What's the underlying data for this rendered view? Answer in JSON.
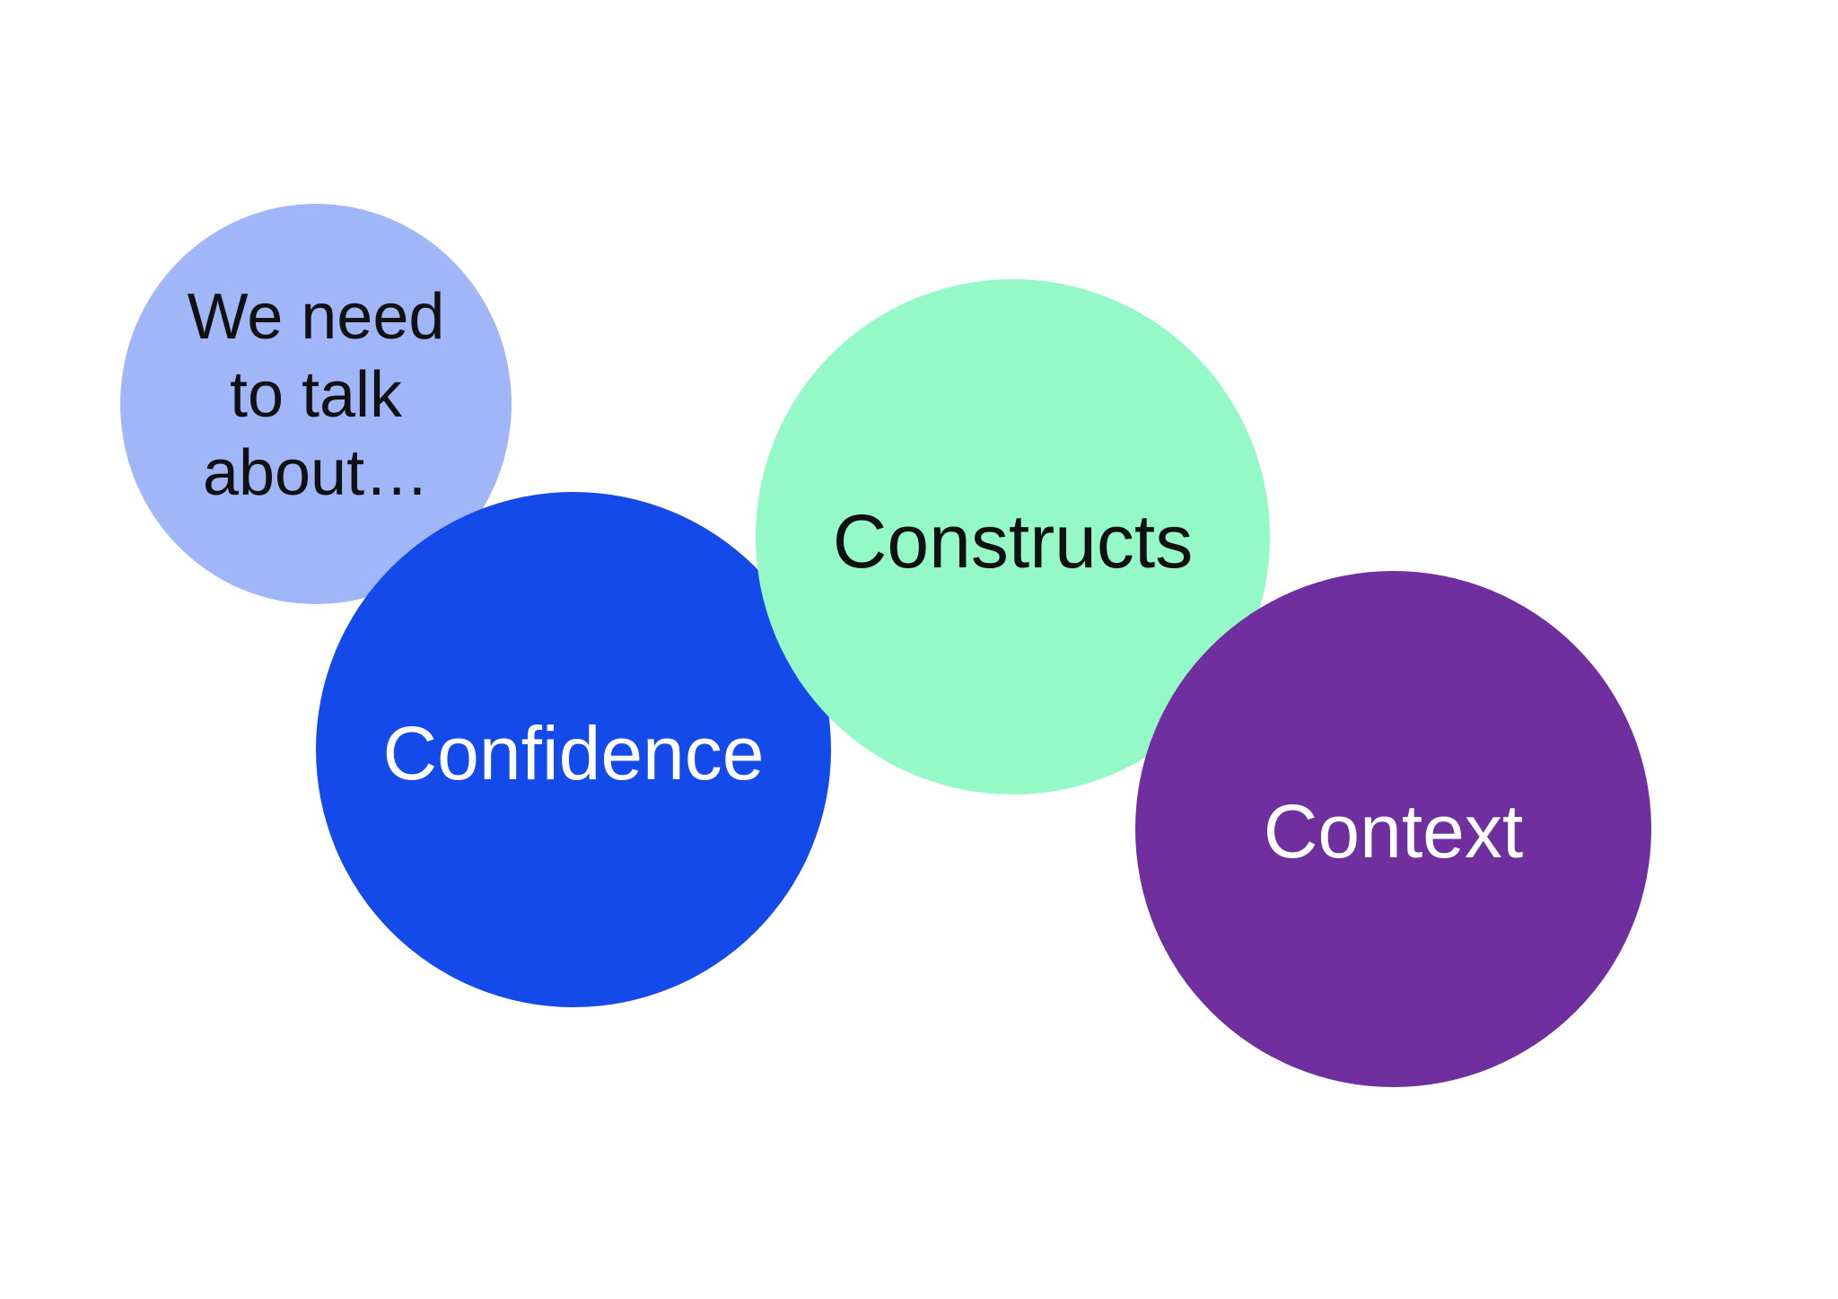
{
  "diagram": {
    "intro": {
      "text": "We need to talk about…",
      "color": "#a0b6f9"
    },
    "nodes": [
      {
        "label": "Confidence",
        "color": "#134ae9",
        "text_color": "#ffffff"
      },
      {
        "label": "Constructs",
        "color": "#95f8c7",
        "text_color": "#111111"
      },
      {
        "label": "Context",
        "color": "#6f2f9f",
        "text_color": "#ffffff"
      }
    ]
  }
}
